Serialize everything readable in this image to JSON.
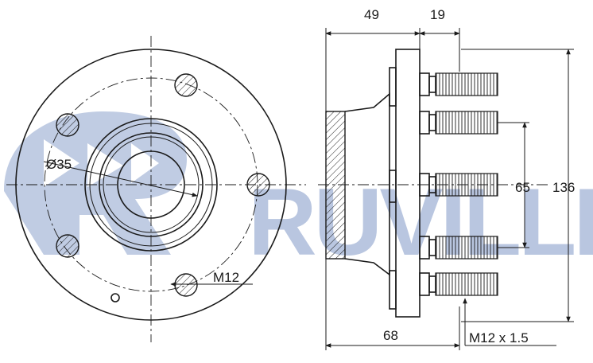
{
  "brand": {
    "watermark": "RUVILLE",
    "logo": "ruville-logo"
  },
  "front_view": {
    "bore_label": "Ø35",
    "stud_label": "M12"
  },
  "side_view": {
    "dim_top_left": "49",
    "dim_top_right": "19",
    "dim_inner_height": "65",
    "dim_outer_height": "136",
    "dim_bottom": "68",
    "thread_label": "M12 x 1.5"
  },
  "colors": {
    "watermark": "#b9c6e0",
    "lines": "#1a1a1a",
    "background": "#ffffff"
  }
}
